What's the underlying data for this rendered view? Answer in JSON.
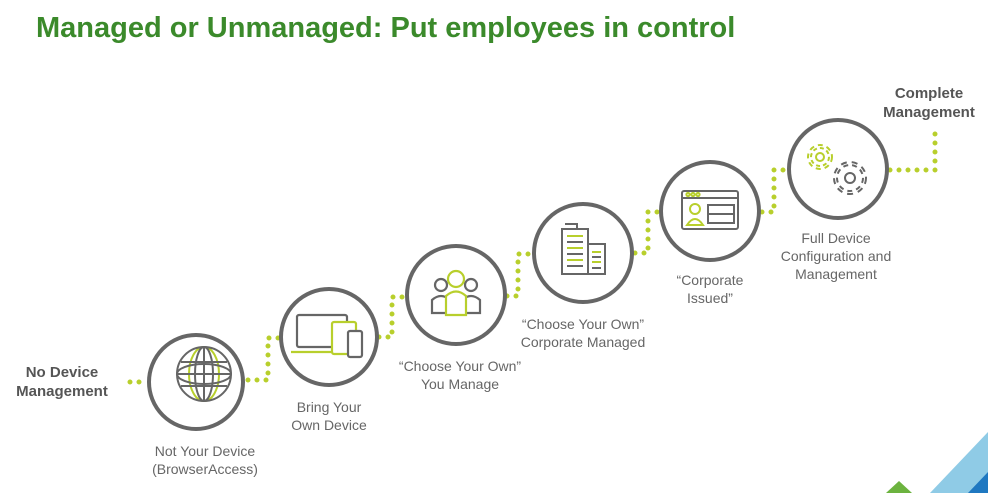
{
  "title": "Managed or Unmanaged: Put employees in control",
  "colors": {
    "title": "#3b8a2b",
    "accent": "#b8cf2c",
    "stroke": "#666666"
  },
  "start": {
    "line1": "No Device",
    "line2": "Management"
  },
  "end": {
    "line1": "Complete",
    "line2": "Management"
  },
  "steps": [
    {
      "icon": "globe-icon",
      "line1": "Not Your Device",
      "line2": "(BrowserAccess)"
    },
    {
      "icon": "devices-icon",
      "line1": "Bring Your",
      "line2": "Own Device"
    },
    {
      "icon": "users-icon",
      "line1": "“Choose Your Own”",
      "line2": "You Manage"
    },
    {
      "icon": "buildings-icon",
      "line1": "“Choose Your Own”",
      "line2": "Corporate Managed"
    },
    {
      "icon": "id-card-icon",
      "line1": "“Corporate",
      "line2": "Issued”"
    },
    {
      "icon": "gears-icon",
      "line1": "Full Device",
      "line2": "Configuration and",
      "line3": "Management"
    }
  ]
}
